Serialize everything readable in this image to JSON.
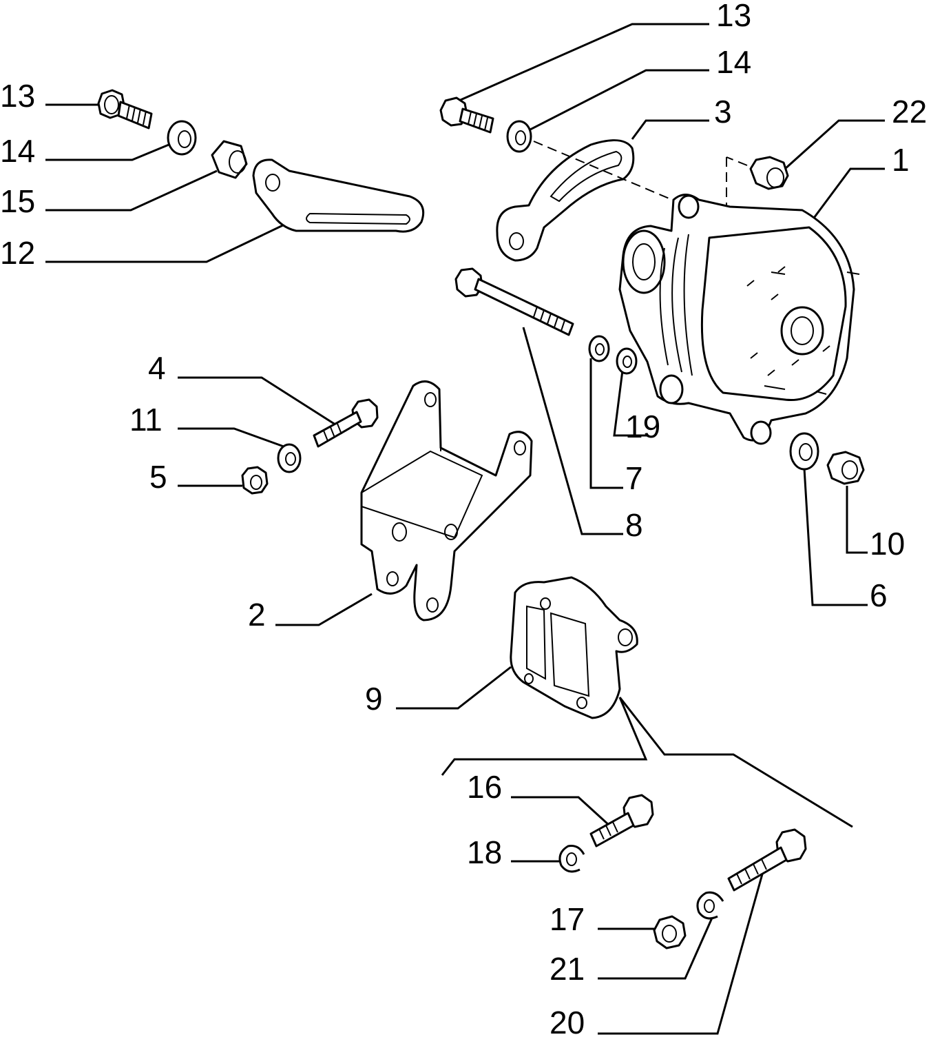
{
  "diagram": {
    "callouts": [
      {
        "id": "c13a",
        "text": "13"
      },
      {
        "id": "c14a",
        "text": "14"
      },
      {
        "id": "c15",
        "text": "15"
      },
      {
        "id": "c12",
        "text": "12"
      },
      {
        "id": "c13b",
        "text": "13"
      },
      {
        "id": "c14b",
        "text": "14"
      },
      {
        "id": "c3",
        "text": "3"
      },
      {
        "id": "c22",
        "text": "22"
      },
      {
        "id": "c1",
        "text": "1"
      },
      {
        "id": "c4",
        "text": "4"
      },
      {
        "id": "c11",
        "text": "11"
      },
      {
        "id": "c5",
        "text": "5"
      },
      {
        "id": "c19",
        "text": "19"
      },
      {
        "id": "c7",
        "text": "7"
      },
      {
        "id": "c8",
        "text": "8"
      },
      {
        "id": "c10",
        "text": "10"
      },
      {
        "id": "c6",
        "text": "6"
      },
      {
        "id": "c2",
        "text": "2"
      },
      {
        "id": "c9",
        "text": "9"
      },
      {
        "id": "c16",
        "text": "16"
      },
      {
        "id": "c18",
        "text": "18"
      },
      {
        "id": "c17",
        "text": "17"
      },
      {
        "id": "c21",
        "text": "21"
      },
      {
        "id": "c20",
        "text": "20"
      }
    ]
  }
}
